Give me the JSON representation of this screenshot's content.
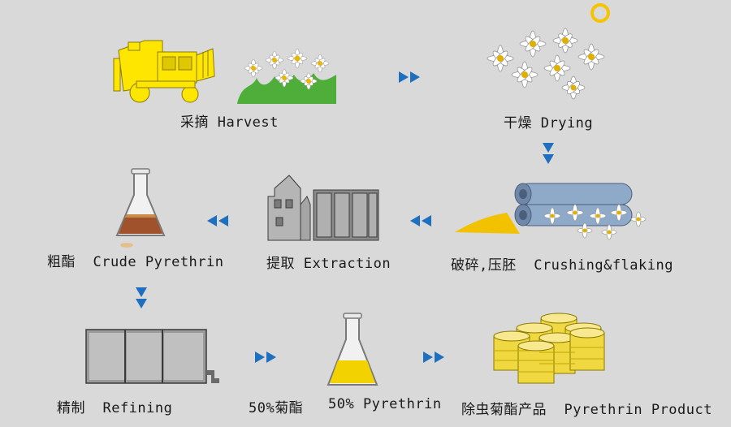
{
  "steps": {
    "harvest": "采摘 Harvest",
    "drying": "干燥 Drying",
    "crushing": "破碎,压胚  Crushing&flaking",
    "extraction": "提取 Extraction",
    "crude": "粗酯  Crude Pyrethrin",
    "refining": "精制  Refining",
    "pyrethrin50_cn": "50%菊酯",
    "pyrethrin50_en": "50% Pyrethrin",
    "product": "除虫菊酯产品  Pyrethrin Product"
  },
  "colors": {
    "background": "#d9d9d9",
    "arrow": "#1e6fbf",
    "harvester": "#ffe600",
    "pyrethrin_liquid": "#f2d200",
    "crude_liquid": "#a0522d",
    "machine": "#9a9a9a",
    "roller": "#8fa9c9"
  },
  "icons": [
    "harvester-icon",
    "flowers-icon",
    "sun-icon",
    "dried-flowers-icon",
    "roller-crusher-icon",
    "extraction-plant-icon",
    "crude-flask-icon",
    "refining-tank-icon",
    "pyrethrin-flask-icon",
    "product-drums-icon",
    "flow-arrow-icon"
  ]
}
